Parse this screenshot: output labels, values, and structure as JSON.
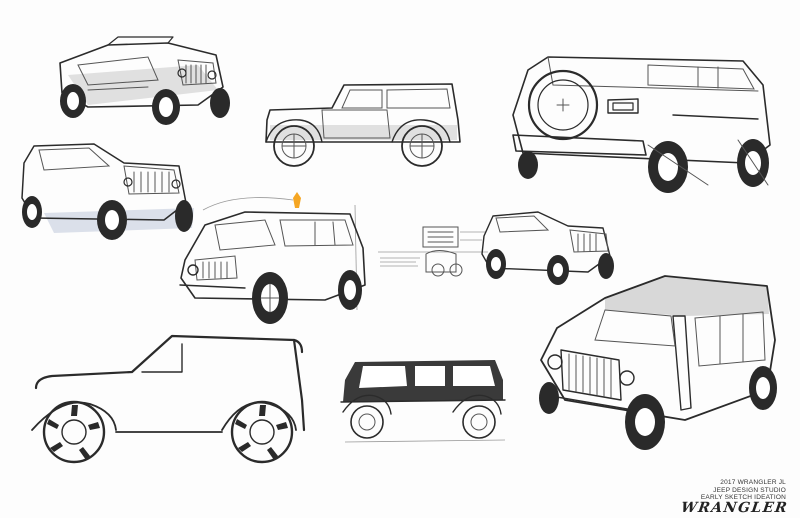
{
  "caption": {
    "line1": "2017 WRANGLER JL",
    "line2": "JEEP DESIGN STUDIO",
    "line3": "EARLY SKETCH IDEATION"
  },
  "brand": "WRANGLER",
  "colors": {
    "ink": "#2b2b2b",
    "accent": "#f5a623",
    "paper": "#fdfdfd"
  }
}
